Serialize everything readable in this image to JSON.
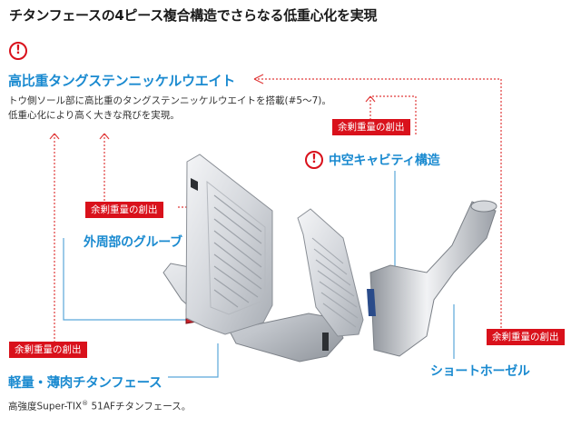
{
  "title": "チタンフェースの4ピース複合構造でさらなる低重心化を実現",
  "tungsten": {
    "label": "高比重タングステンニッケルウエイト",
    "desc_line1": "トウ側ソール部に高比重のタングステンニッケルウエイトを搭載(#5〜7)。",
    "desc_line2": "低重心化により高く大きな飛びを実現。"
  },
  "cavity": {
    "badge": "余剰重量の創出",
    "label": "中空キャビティ構造"
  },
  "groove": {
    "badge": "余剰重量の創出",
    "label": "外周部のグルーブ"
  },
  "face": {
    "badge": "余剰重量の創出",
    "label": "軽量・薄肉チタンフェース",
    "desc_prefix": "高強度Super-TIX",
    "desc_mark": "®",
    "desc_suffix": " 51AFチタンフェース。"
  },
  "hosel": {
    "badge": "余剰重量の創出",
    "label": "ショートホーゼル"
  },
  "alert_symbol": "!",
  "colors": {
    "accent_blue": "#1a8ad0",
    "badge_red": "#d9111b",
    "leader_red": "#e03a3a",
    "leader_blue": "#5aa7d9"
  }
}
